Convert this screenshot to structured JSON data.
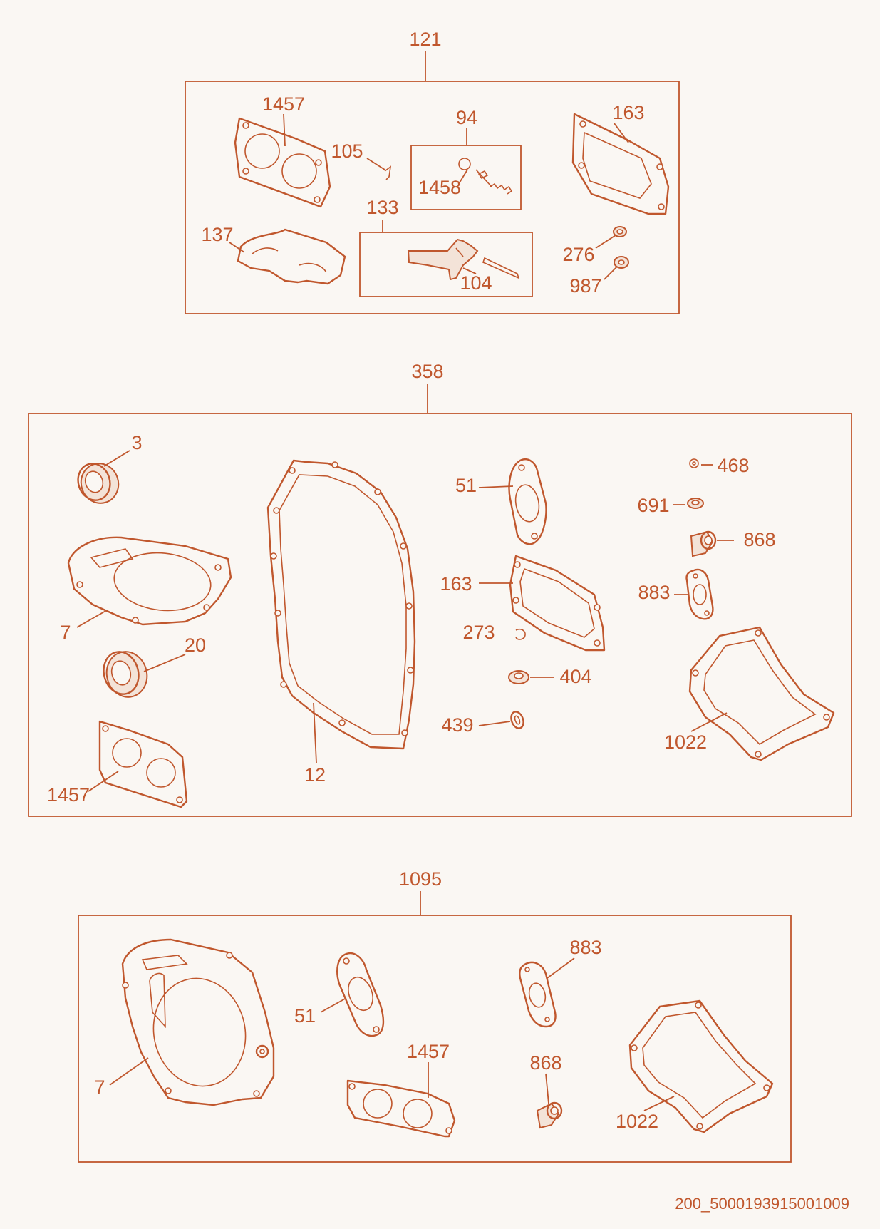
{
  "groups": [
    {
      "id": "top",
      "label": "121",
      "parts": [
        "1457",
        "105",
        "94",
        "1458",
        "163",
        "133",
        "137",
        "276",
        "104",
        "987"
      ]
    },
    {
      "id": "middle",
      "label": "358",
      "parts": [
        "3",
        "468",
        "51",
        "691",
        "868",
        "163",
        "7",
        "883",
        "20",
        "273",
        "404",
        "439",
        "1022",
        "12",
        "1457"
      ]
    },
    {
      "id": "bottom",
      "label": "1095",
      "parts": [
        "883",
        "51",
        "1457",
        "868",
        "7",
        "1022"
      ]
    }
  ],
  "document_code": "200_5000193915001009",
  "colors": {
    "line": "#c0572d",
    "background": "#faf7f3"
  }
}
